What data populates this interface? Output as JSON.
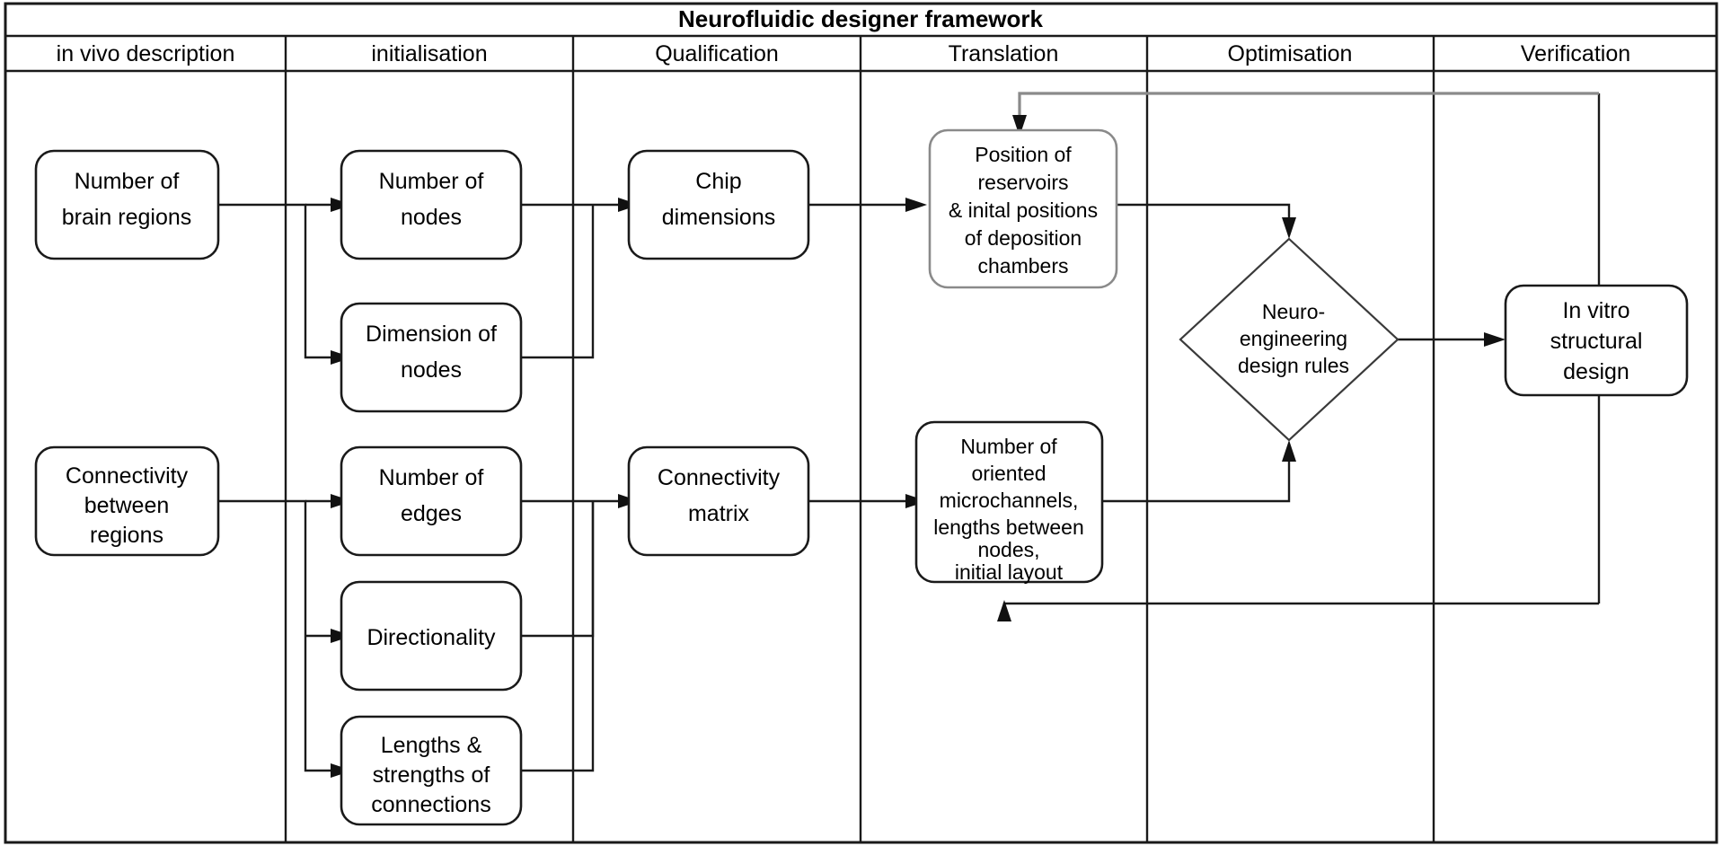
{
  "header": {
    "title": "Neurofluidic designer framework"
  },
  "columns": [
    {
      "id": "in-vivo-description",
      "label": "in vivo description"
    },
    {
      "id": "initialisation",
      "label": "initialisation"
    },
    {
      "id": "qualification",
      "label": "Qualification"
    },
    {
      "id": "translation",
      "label": "Translation"
    },
    {
      "id": "optimisation",
      "label": "Optimisation"
    },
    {
      "id": "verification",
      "label": "Verification"
    }
  ],
  "nodes": {
    "brain_regions": {
      "lines": [
        "Number of",
        "brain regions"
      ]
    },
    "connectivity": {
      "lines": [
        "Connectivity",
        "between",
        "regions"
      ]
    },
    "num_nodes": {
      "lines": [
        "Number of",
        "nodes"
      ]
    },
    "dim_nodes": {
      "lines": [
        "Dimension of",
        "nodes"
      ]
    },
    "num_edges": {
      "lines": [
        "Number of",
        "edges"
      ]
    },
    "directionality": {
      "lines": [
        "Directionality"
      ]
    },
    "lengths": {
      "lines": [
        "Lengths &",
        "strengths of",
        "connections"
      ]
    },
    "chip_dimensions": {
      "lines": [
        "Chip",
        "dimensions"
      ]
    },
    "conn_matrix": {
      "lines": [
        "Connectivity",
        "matrix"
      ]
    },
    "reservoirs": {
      "lines": [
        "Position of",
        "reservoirs",
        "& inital positions",
        "of deposition",
        "chambers"
      ]
    },
    "microchannels": {
      "lines": [
        "Number of",
        "oriented",
        "microchannels,",
        "lengths between",
        "nodes,",
        "initial layout"
      ]
    },
    "design_rules": {
      "lines": [
        "Neuro-",
        "engineering",
        "design rules"
      ]
    },
    "in_vitro": {
      "lines": [
        "In vitro",
        "structural",
        "design"
      ]
    }
  },
  "colors": {
    "line": "#1a1a1a",
    "gray_line": "#8a8a8a",
    "background": "#ffffff",
    "text": "#000000"
  },
  "chart_data": {
    "type": "diagram",
    "title": "Neurofluidic designer framework",
    "swimlanes": [
      "in vivo description",
      "initialisation",
      "Qualification",
      "Translation",
      "Optimisation",
      "Verification"
    ],
    "nodes": [
      {
        "id": "brain_regions",
        "lane": "in vivo description",
        "shape": "rounded-rect",
        "label": "Number of brain regions"
      },
      {
        "id": "connectivity",
        "lane": "in vivo description",
        "shape": "rounded-rect",
        "label": "Connectivity between regions"
      },
      {
        "id": "num_nodes",
        "lane": "initialisation",
        "shape": "rounded-rect",
        "label": "Number of nodes"
      },
      {
        "id": "dim_nodes",
        "lane": "initialisation",
        "shape": "rounded-rect",
        "label": "Dimension of nodes"
      },
      {
        "id": "num_edges",
        "lane": "initialisation",
        "shape": "rounded-rect",
        "label": "Number of edges"
      },
      {
        "id": "directionality",
        "lane": "initialisation",
        "shape": "rounded-rect",
        "label": "Directionality"
      },
      {
        "id": "lengths",
        "lane": "initialisation",
        "shape": "rounded-rect",
        "label": "Lengths & strengths of connections"
      },
      {
        "id": "chip_dimensions",
        "lane": "Qualification",
        "shape": "rounded-rect",
        "label": "Chip dimensions"
      },
      {
        "id": "conn_matrix",
        "lane": "Qualification",
        "shape": "rounded-rect",
        "label": "Connectivity matrix"
      },
      {
        "id": "reservoirs",
        "lane": "Translation",
        "shape": "rounded-rect",
        "label": "Position of reservoirs & inital positions of deposition chambers"
      },
      {
        "id": "microchannels",
        "lane": "Translation",
        "shape": "rounded-rect",
        "label": "Number of oriented microchannels, lengths between nodes, initial layout"
      },
      {
        "id": "design_rules",
        "lane": "Optimisation",
        "shape": "diamond",
        "label": "Neuro-engineering design rules"
      },
      {
        "id": "in_vitro",
        "lane": "Verification",
        "shape": "rounded-rect",
        "label": "In vitro structural design"
      }
    ],
    "edges": [
      {
        "from": "brain_regions",
        "to": "num_nodes",
        "arrow": true
      },
      {
        "from": "brain_regions",
        "to": "dim_nodes",
        "arrow": true
      },
      {
        "from": "connectivity",
        "to": "num_edges",
        "arrow": true
      },
      {
        "from": "connectivity",
        "to": "directionality",
        "arrow": true
      },
      {
        "from": "connectivity",
        "to": "lengths",
        "arrow": true
      },
      {
        "from": "num_nodes",
        "to": "chip_dimensions",
        "arrow": true
      },
      {
        "from": "dim_nodes",
        "to": "chip_dimensions",
        "arrow": true
      },
      {
        "from": "num_edges",
        "to": "conn_matrix",
        "arrow": true
      },
      {
        "from": "directionality",
        "to": "conn_matrix",
        "arrow": true
      },
      {
        "from": "lengths",
        "to": "conn_matrix",
        "arrow": true
      },
      {
        "from": "chip_dimensions",
        "to": "reservoirs",
        "arrow": true
      },
      {
        "from": "conn_matrix",
        "to": "microchannels",
        "arrow": true
      },
      {
        "from": "reservoirs",
        "to": "design_rules",
        "arrow": true
      },
      {
        "from": "microchannels",
        "to": "design_rules",
        "arrow": true
      },
      {
        "from": "design_rules",
        "to": "in_vitro",
        "arrow": true
      },
      {
        "from": "in_vitro",
        "to": "reservoirs",
        "arrow": true,
        "style": "feedback-top",
        "color": "#8a8a8a"
      },
      {
        "from": "in_vitro",
        "to": "microchannels",
        "arrow": true,
        "style": "feedback-bottom"
      }
    ]
  }
}
